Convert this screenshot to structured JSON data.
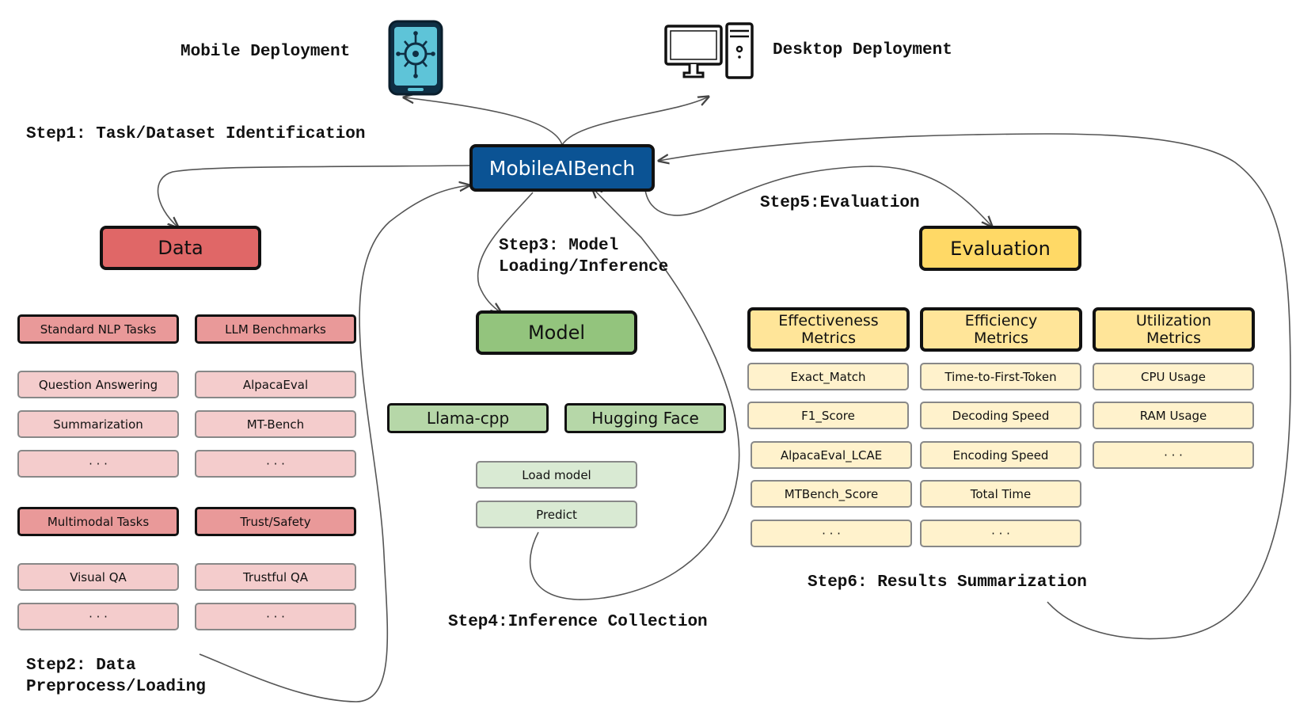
{
  "colors": {
    "hub": "#0b5394",
    "data_main": "#e06767",
    "data_header": "#e99999",
    "data_item": "#f4cccc",
    "model_main": "#93c47d",
    "model_tool": "#b6d7a8",
    "model_item": "#d9ead3",
    "eval_main": "#ffd966",
    "eval_header": "#ffe599",
    "eval_item": "#fff2cc"
  },
  "icons": {
    "mobile": "mobile-phone-ai-icon",
    "desktop": "desktop-computer-icon"
  },
  "deployment": {
    "mobile": "Mobile Deployment",
    "desktop": "Desktop Deployment"
  },
  "hub": {
    "label": "MobileAIBench"
  },
  "steps": {
    "step1": "Step1: Task/Dataset Identification",
    "step2": "Step2: Data\nPreprocess/Loading",
    "step3": "Step3: Model\nLoading/Inference",
    "step4": "Step4:Inference Collection",
    "step5": "Step5:Evaluation",
    "step6": "Step6: Results Summarization"
  },
  "data": {
    "label": "Data",
    "standard_nlp": {
      "header": "Standard NLP Tasks",
      "items": [
        "Question Answering",
        "Summarization",
        "· · ·"
      ]
    },
    "llm_benchmarks": {
      "header": "LLM Benchmarks",
      "items": [
        "AlpacaEval",
        "MT-Bench",
        "· · ·"
      ]
    },
    "multimodal": {
      "header": "Multimodal Tasks",
      "items": [
        "Visual QA",
        "· · ·"
      ]
    },
    "trust_safety": {
      "header": "Trust/Safety",
      "items": [
        "Trustful QA",
        "· · ·"
      ]
    }
  },
  "model": {
    "label": "Model",
    "tools": [
      "Llama-cpp",
      "Hugging Face"
    ],
    "actions": [
      "Load model",
      "Predict"
    ]
  },
  "evaluation": {
    "label": "Evaluation",
    "effectiveness": {
      "header": "Effectiveness\nMetrics",
      "items": [
        "Exact_Match",
        "F1_Score",
        "AlpacaEval_LCAE",
        "MTBench_Score",
        "· · ·"
      ]
    },
    "efficiency": {
      "header": "Efficiency\nMetrics",
      "items": [
        "Time-to-First-Token",
        "Decoding Speed",
        "Encoding Speed",
        "Total Time",
        "· · ·"
      ]
    },
    "utilization": {
      "header": "Utilization\nMetrics",
      "items": [
        "CPU Usage",
        "RAM Usage",
        "· · ·"
      ]
    }
  }
}
